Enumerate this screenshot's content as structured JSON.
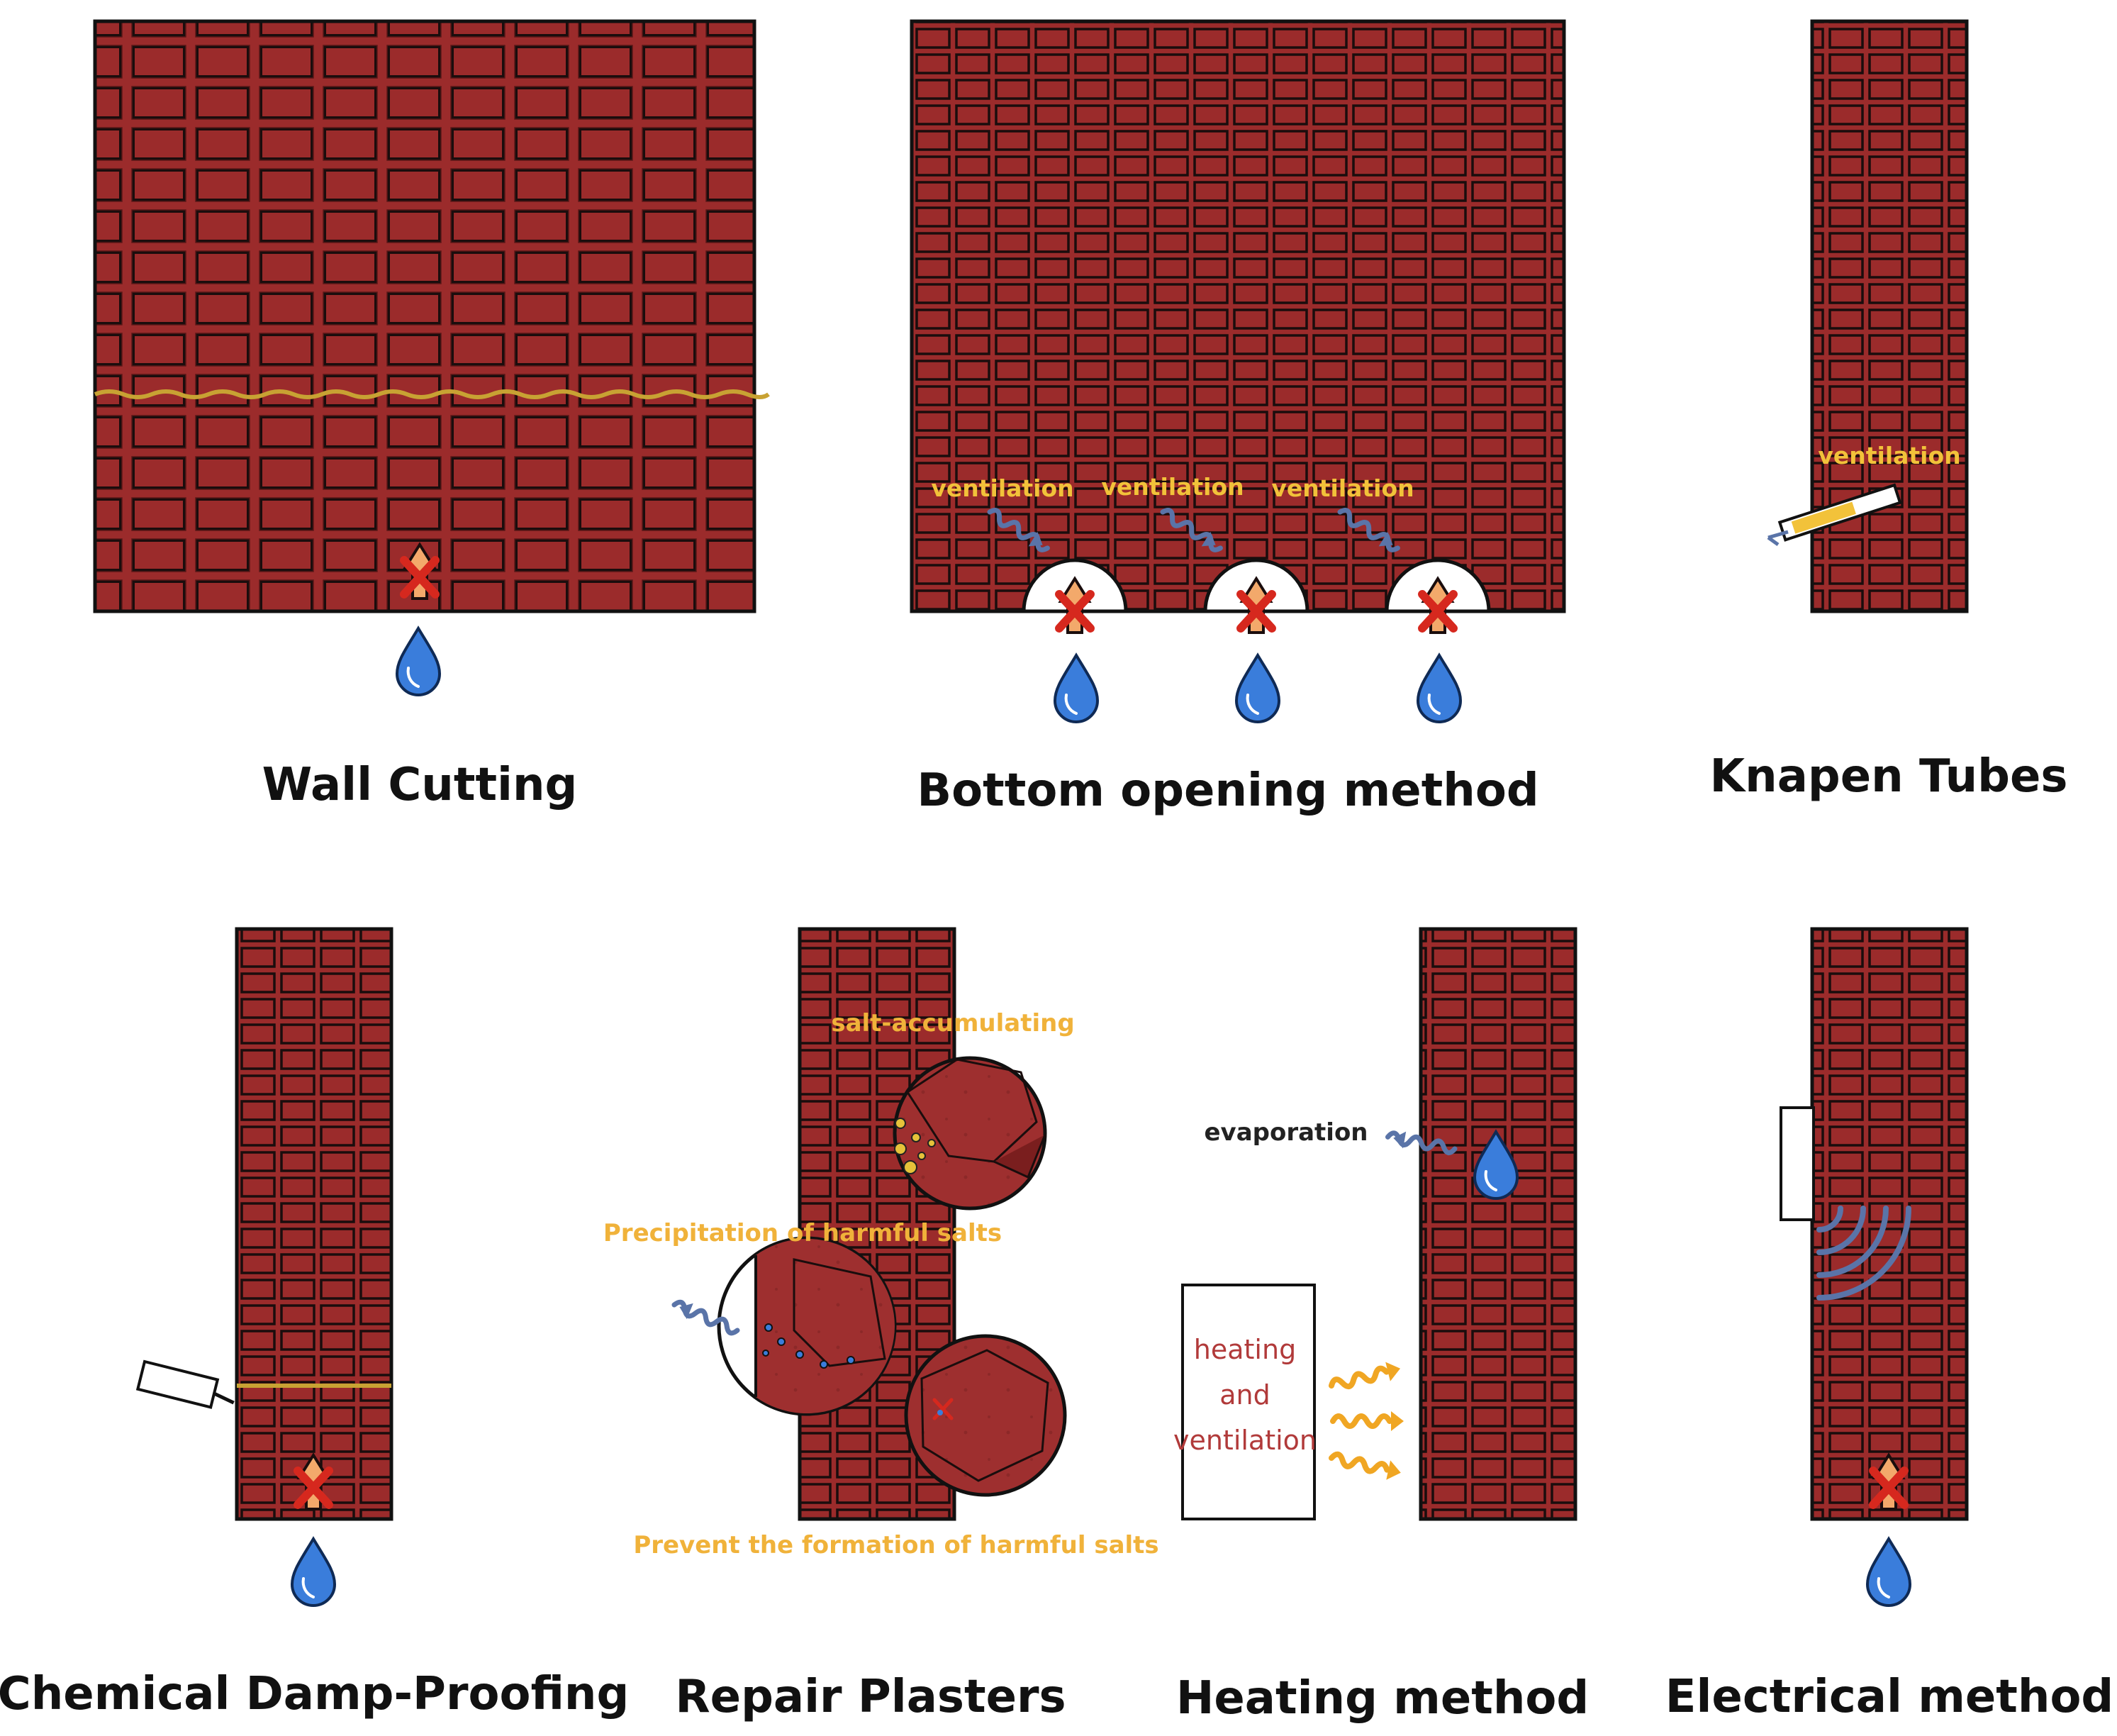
{
  "colors": {
    "brick": "#9b2b2b",
    "mortar": "#1a0d0d",
    "water": "#3a7ddb",
    "arrow_up": "#f3a96b",
    "cross": "#d6281e",
    "wave_blue": "#5a74a8",
    "wave_orange": "#f0a623",
    "damp_line": "#c8a233",
    "label_yellow": "#f2c23a",
    "label_orange": "#f0b23a",
    "label_red": "#b13a3a"
  },
  "panels": {
    "wall_cutting": {
      "title": "Wall Cutting"
    },
    "bottom_opening": {
      "title": "Bottom opening method",
      "labels": [
        "ventilation",
        "ventilation",
        "ventilation"
      ]
    },
    "knapen": {
      "title": "Knapen Tubes",
      "label": "ventilation"
    },
    "chemical": {
      "title": "Chemical Damp-Proofing"
    },
    "repair": {
      "title": "Repair Plasters",
      "label_top": "salt-accumulating",
      "label_mid": "Precipitation of harmful salts",
      "label_bottom": "Prevent the formation of harmful salts"
    },
    "heating": {
      "title": "Heating method",
      "evaporation": "evaporation",
      "box_line1": "heating",
      "box_line2": "and",
      "box_line3": "ventilation"
    },
    "electrical": {
      "title": "Electrical method"
    }
  }
}
